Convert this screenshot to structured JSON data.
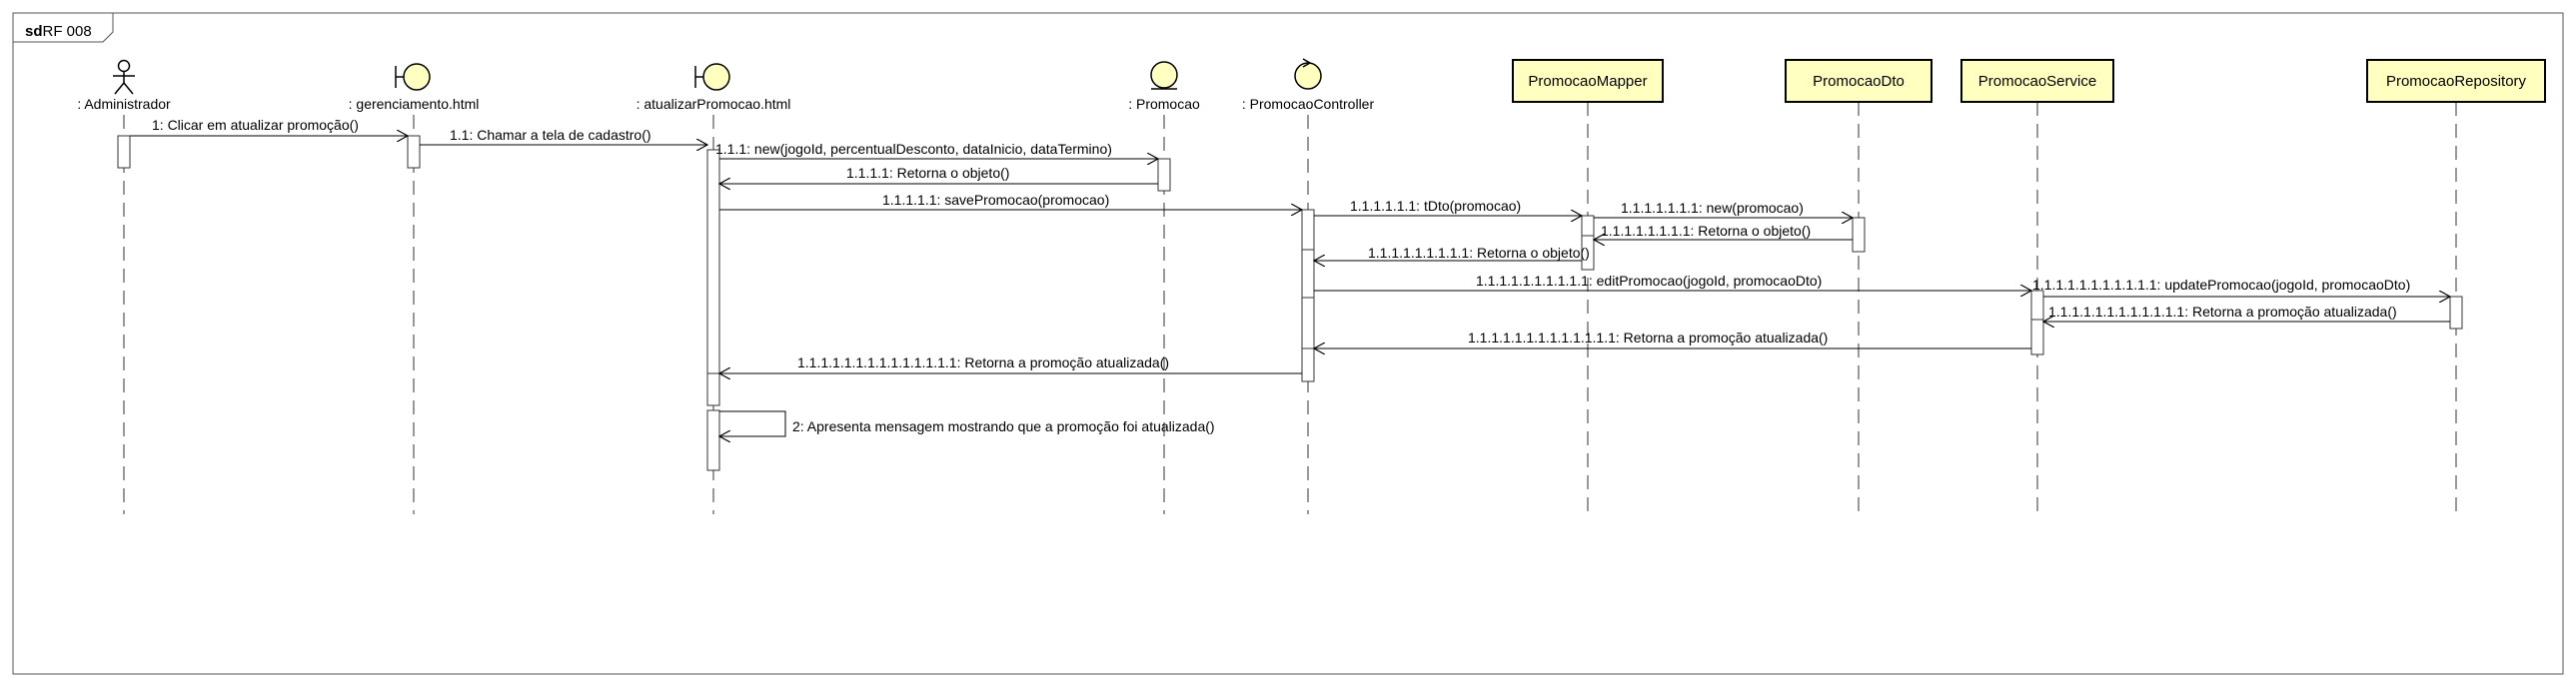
{
  "frame": {
    "keyword": "sd",
    "name": "RF 008"
  },
  "participants": [
    {
      "id": "admin",
      "label": ": Administrador",
      "kind": "actor"
    },
    {
      "id": "ger",
      "label": ": gerenciamento.html",
      "kind": "boundary"
    },
    {
      "id": "atu",
      "label": ": atualizarPromocao.html",
      "kind": "boundary"
    },
    {
      "id": "prom",
      "label": ": Promocao",
      "kind": "entity"
    },
    {
      "id": "ctrl",
      "label": ": PromocaoController",
      "kind": "control"
    },
    {
      "id": "mapper",
      "label": "PromocaoMapper",
      "kind": "box"
    },
    {
      "id": "dto",
      "label": "PromocaoDto",
      "kind": "box"
    },
    {
      "id": "svc",
      "label": "PromocaoService",
      "kind": "box"
    },
    {
      "id": "repo",
      "label": "PromocaoRepository",
      "kind": "box"
    }
  ],
  "messages": [
    {
      "from": "admin",
      "to": "ger",
      "label": "1: Clicar em atualizar promoção()"
    },
    {
      "from": "ger",
      "to": "atu",
      "label": "1.1: Chamar a tela de cadastro()"
    },
    {
      "from": "atu",
      "to": "prom",
      "label": "1.1.1: new(jogoId, percentualDesconto, dataInicio, dataTermino)"
    },
    {
      "from": "prom",
      "to": "atu",
      "label": "1.1.1.1: Retorna o objeto()"
    },
    {
      "from": "atu",
      "to": "ctrl",
      "label": "1.1.1.1.1: savePromocao(promocao)"
    },
    {
      "from": "ctrl",
      "to": "mapper",
      "label": "1.1.1.1.1.1: tDto(promocao)"
    },
    {
      "from": "mapper",
      "to": "dto",
      "label": "1.1.1.1.1.1.1: new(promocao)"
    },
    {
      "from": "dto",
      "to": "mapper",
      "label": "1.1.1.1.1.1.1.1: Retorna o objeto()"
    },
    {
      "from": "mapper",
      "to": "ctrl",
      "label": "1.1.1.1.1.1.1.1.1: Retorna o objeto()"
    },
    {
      "from": "ctrl",
      "to": "svc",
      "label": "1.1.1.1.1.1.1.1.1.1: editPromocao(jogoId, promocaoDto)"
    },
    {
      "from": "svc",
      "to": "repo",
      "label": "1.1.1.1.1.1.1.1.1.1.1: updatePromocao(jogoId, promocaoDto)"
    },
    {
      "from": "repo",
      "to": "svc",
      "label": "1.1.1.1.1.1.1.1.1.1.1.1: Retorna a promoção atualizada()"
    },
    {
      "from": "svc",
      "to": "ctrl",
      "label": "1.1.1.1.1.1.1.1.1.1.1.1.1: Retorna a promoção atualizada()"
    },
    {
      "from": "ctrl",
      "to": "atu",
      "label": "1.1.1.1.1.1.1.1.1.1.1.1.1.1: Retorna a promoção atualizada()"
    },
    {
      "from": "atu",
      "to": "atu",
      "label": "2: Apresenta mensagem mostrando que a promoção foi atualizada()"
    }
  ]
}
